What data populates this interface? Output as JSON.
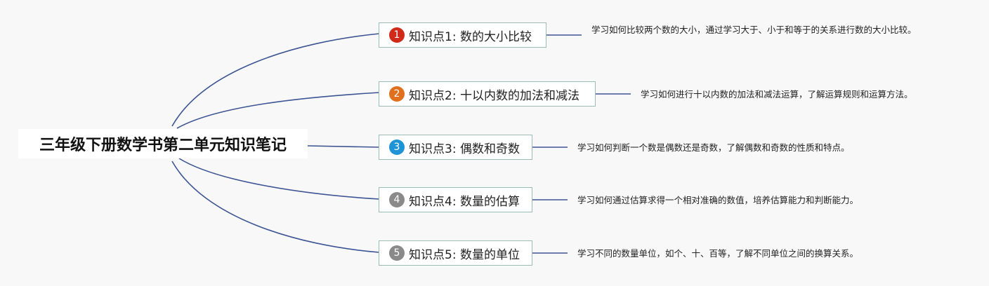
{
  "root": {
    "title": "三年级下册数学书第二单元知识笔记"
  },
  "topics": [
    {
      "number": "1",
      "label": "知识点1: 数的大小比较",
      "badge_color": "#cf2a1a",
      "description": "学习如何比较两个数的大小，通过学习大于、小于和等于的关系进行数的大小比较。"
    },
    {
      "number": "2",
      "label": "知识点2: 十以内数的加法和减法",
      "badge_color": "#e0701e",
      "description": "学习如何进行十以内数的加法和减法运算，了解运算规则和运算方法。"
    },
    {
      "number": "3",
      "label": "知识点3: 偶数和奇数",
      "badge_color": "#1e93d6",
      "description": "学习如何判断一个数是偶数还是奇数，了解偶数和奇数的性质和特点。"
    },
    {
      "number": "4",
      "label": "知识点4: 数量的估算",
      "badge_color": "#8a8a8a",
      "description": "学习如何通过估算求得一个相对准确的数值，培养估算能力和判断能力。"
    },
    {
      "number": "5",
      "label": "知识点5: 数量的单位",
      "badge_color": "#8a8a8a",
      "description": "学习不同的数量单位，如个、十、百等，了解不同单位之间的换算关系。"
    }
  ],
  "colors": {
    "connector": "#3d5494",
    "branch_border": "#9cbcb6"
  }
}
